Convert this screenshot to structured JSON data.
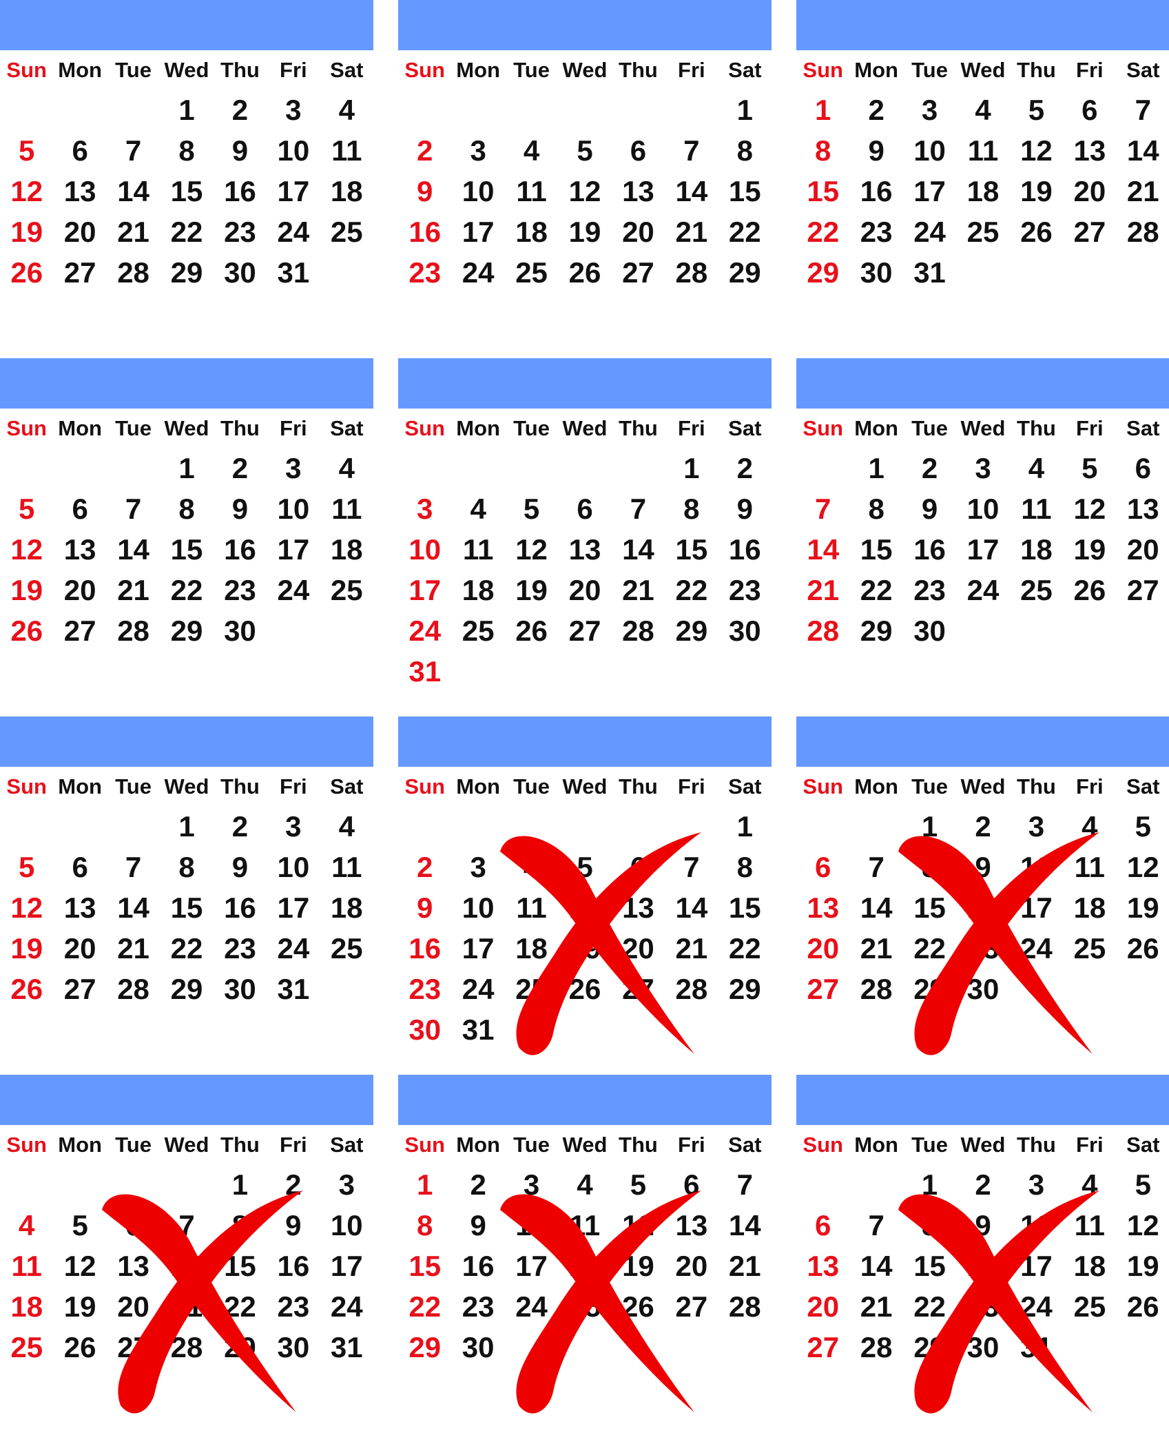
{
  "colors": {
    "header": "#6699ff",
    "sunday": "#e8101a",
    "text": "#111111",
    "cross": "#ee0000"
  },
  "weekdays": [
    "Sun",
    "Mon",
    "Tue",
    "Wed",
    "Thu",
    "Fri",
    "Sat"
  ],
  "months": [
    {
      "offset": 3,
      "days": 31,
      "crossed": false
    },
    {
      "offset": 6,
      "days": 29,
      "crossed": false
    },
    {
      "offset": 0,
      "days": 31,
      "crossed": false
    },
    {
      "offset": 3,
      "days": 30,
      "crossed": false
    },
    {
      "offset": 5,
      "days": 31,
      "crossed": false
    },
    {
      "offset": 1,
      "days": 30,
      "crossed": false
    },
    {
      "offset": 3,
      "days": 31,
      "crossed": false
    },
    {
      "offset": 6,
      "days": 31,
      "crossed": true
    },
    {
      "offset": 2,
      "days": 30,
      "crossed": true
    },
    {
      "offset": 4,
      "days": 31,
      "crossed": true
    },
    {
      "offset": 0,
      "days": 30,
      "crossed": true
    },
    {
      "offset": 2,
      "days": 31,
      "crossed": true
    }
  ]
}
